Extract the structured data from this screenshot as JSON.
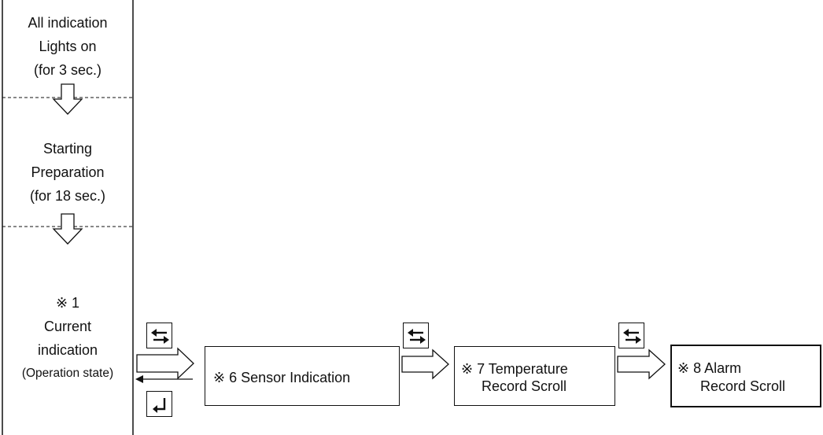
{
  "column": {
    "step1": [
      "All indication",
      "Lights on",
      "(for 3 sec.)"
    ],
    "step2": [
      "Starting",
      "Preparation",
      "(for 18 sec.)"
    ],
    "step3": [
      "※ 1",
      "Current",
      "indication",
      "(Operation state)"
    ]
  },
  "boxes": {
    "sensor": "※  6  Sensor Indication",
    "temperature": [
      "※ 7 Temperature",
      "Record Scroll"
    ],
    "alarm": [
      "※ 8 Alarm",
      "Record Scroll"
    ]
  },
  "icons": {
    "switch": "switch-arrows-icon",
    "return": "return-arrow-icon"
  }
}
